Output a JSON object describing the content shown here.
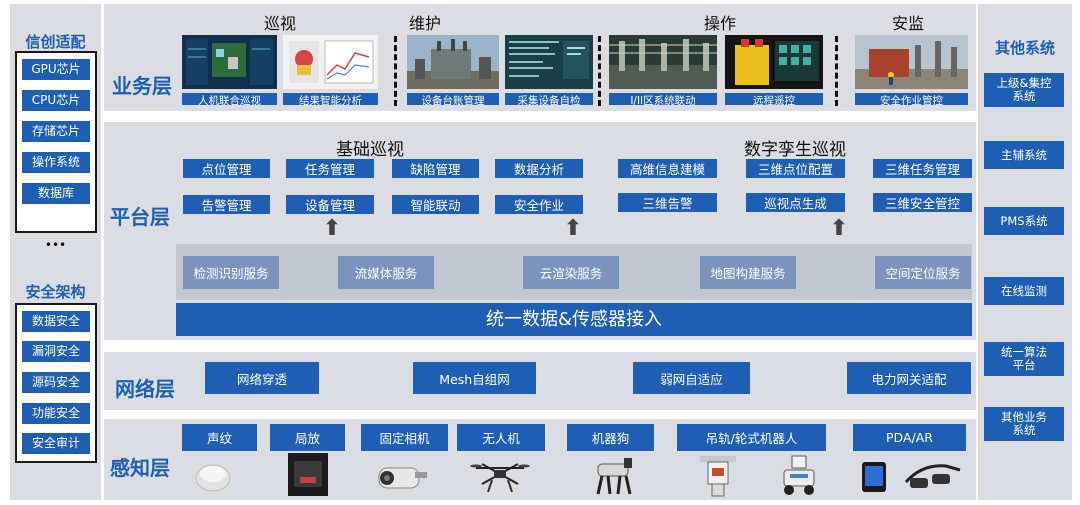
{
  "left": {
    "xinchuang_title": "信创适配",
    "xinchuang_items": [
      "GPU芯片",
      "CPU芯片",
      "存储芯片",
      "操作系统",
      "数据库"
    ],
    "ellipsis": "•••",
    "security_title": "安全架构",
    "security_items": [
      "数据安全",
      "漏洞安全",
      "源码安全",
      "功能安全",
      "安全审计"
    ]
  },
  "right": {
    "title": "其他系统",
    "items": [
      "上级&集控系统",
      "主辅系统",
      "PMS系统",
      "在线监测",
      "统一算法平台",
      "其他业务系统"
    ]
  },
  "business": {
    "label": "业务层",
    "groups": [
      "巡视",
      "维护",
      "操作",
      "安监"
    ],
    "captions": [
      "人机联合巡视",
      "结果智能分析",
      "设备台账管理",
      "采集设备自检",
      "I/II区系统联动",
      "远程遥控",
      "安全作业管控"
    ]
  },
  "platform": {
    "label": "平台层",
    "basic_title": "基础巡视",
    "twin_title": "数字孪生巡视",
    "basic_row1": [
      "点位管理",
      "任务管理",
      "缺陷管理",
      "数据分析"
    ],
    "basic_row2": [
      "告警管理",
      "设备管理",
      "智能联动",
      "安全作业"
    ],
    "twin_row1": [
      "高维信息建模",
      "三维点位配置",
      "三维任务管理"
    ],
    "twin_row2": [
      "三维告警",
      "巡视点生成",
      "三维安全管控"
    ],
    "services": [
      "检测识别服务",
      "流媒体服务",
      "云渲染服务",
      "地图构建服务",
      "空间定位服务"
    ],
    "access": "统一数据&传感器接入"
  },
  "network": {
    "label": "网络层",
    "items": [
      "网络穿透",
      "Mesh自组网",
      "弱网自适应",
      "电力网关适配"
    ]
  },
  "perception": {
    "label": "感知层",
    "items": [
      "声纹",
      "局放",
      "固定相机",
      "无人机",
      "机器狗",
      "吊轨/轮式机器人",
      "PDA/AR"
    ]
  }
}
